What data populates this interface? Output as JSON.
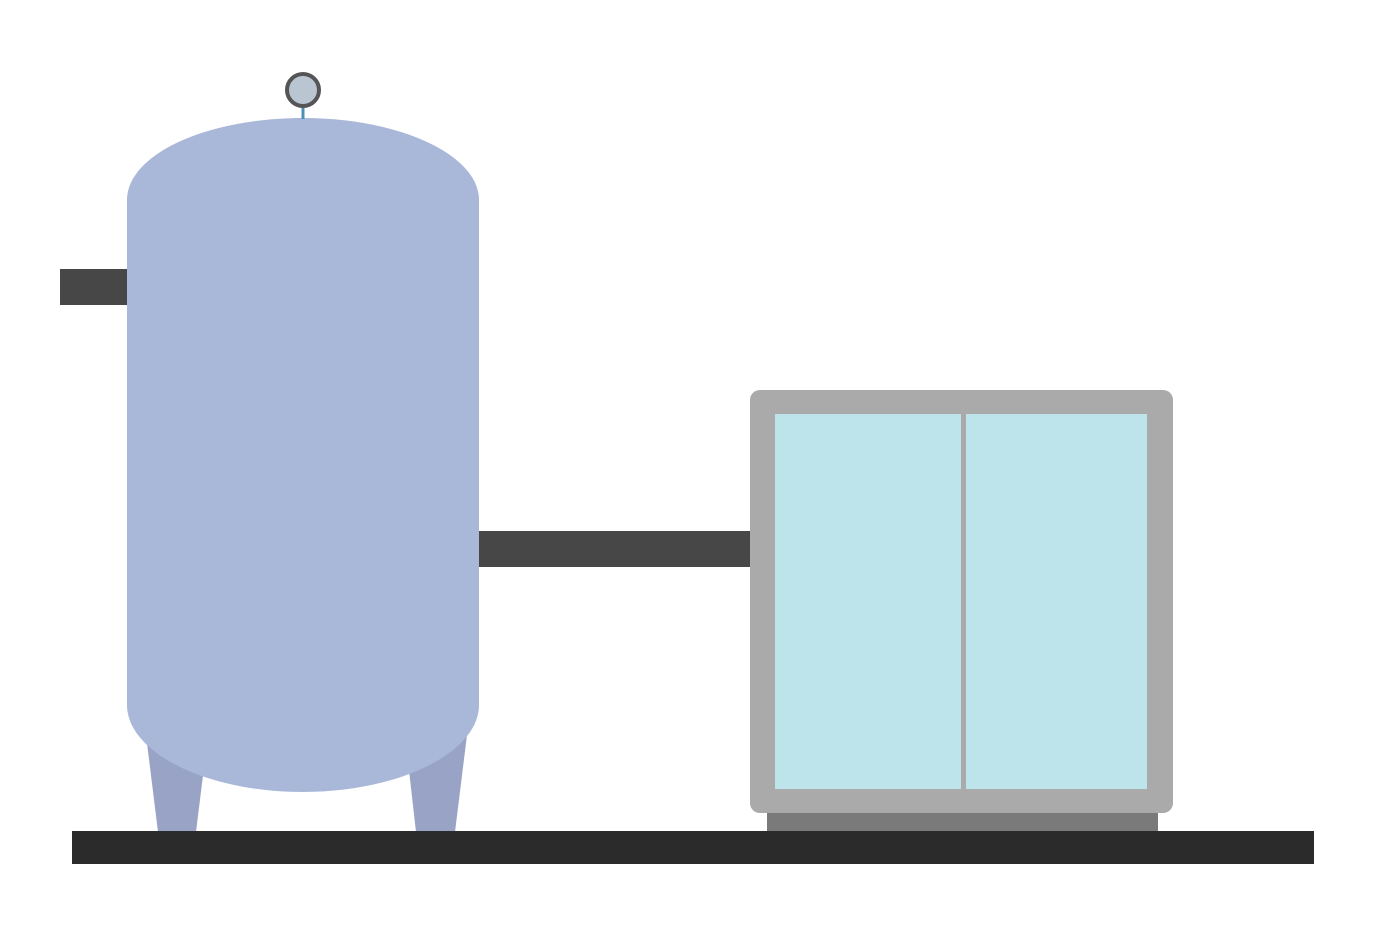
{
  "colors": {
    "background": "#ffffff",
    "tank_body": "#a9b7d9",
    "tank_legs": "#98a3c6",
    "pipe": "#474747",
    "floor": "#2b2b2b",
    "gauge_face": "#b9c6d2",
    "gauge_rim": "#555555",
    "gauge_stem": "#4a90b8",
    "cabinet_frame": "#aaaaaa",
    "cabinet_panel": "#bee4eb",
    "cabinet_base": "#7a7a7a"
  },
  "components": {
    "tank": "air-receiver-tank",
    "gauge": "pressure-gauge-icon",
    "inlet_pipe": "outlet-pipe",
    "connecting_pipe": "connecting-pipe",
    "compressor": "compressor-cabinet",
    "floor": "floor-base"
  }
}
